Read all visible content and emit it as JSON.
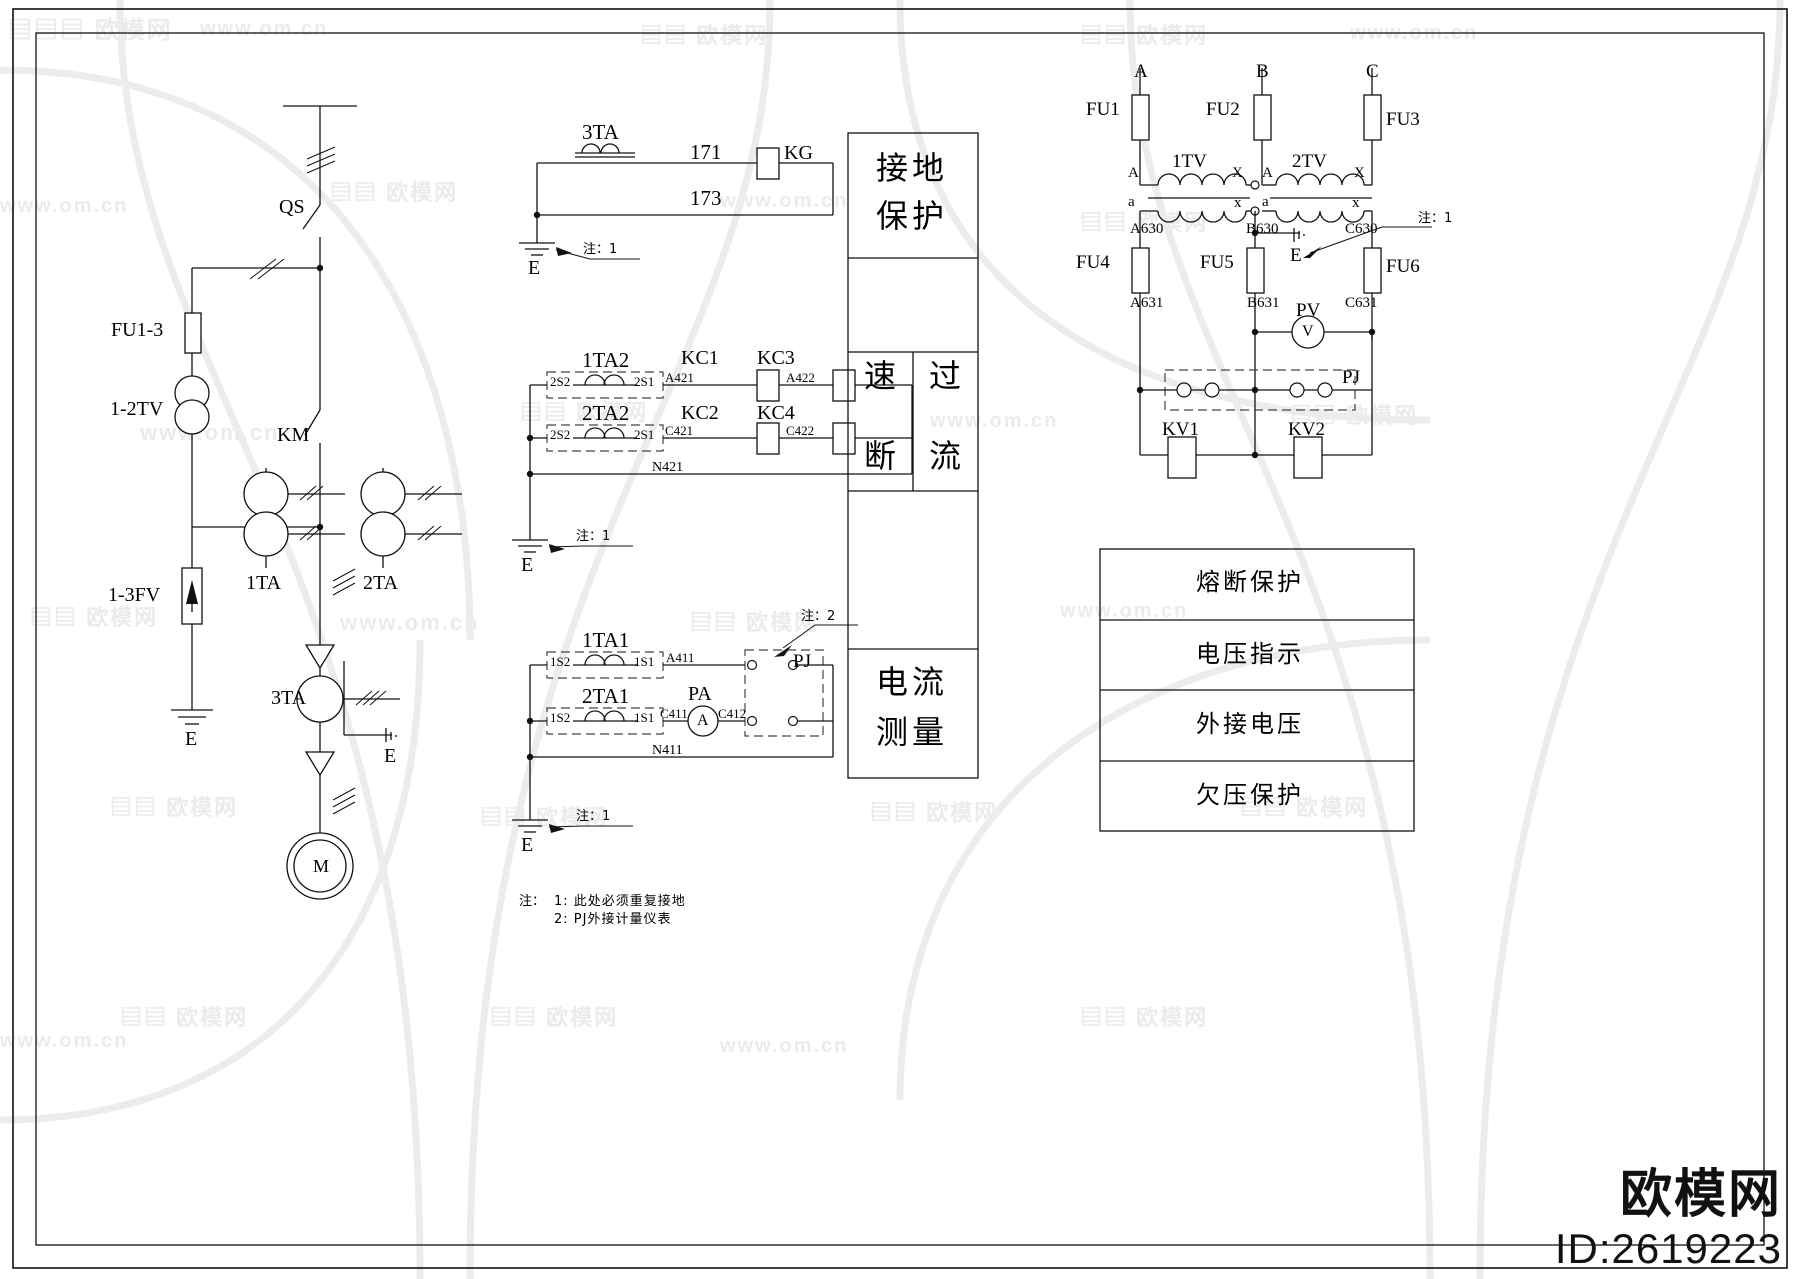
{
  "sheet": {
    "border": "outer drawing frame",
    "watermark_text": "www.om.cn",
    "watermark_brand": "欧模网"
  },
  "footer": {
    "brand": "欧模网",
    "id": "ID:2619223"
  },
  "main_circuit": {
    "title": "high voltage motor feeder one-line",
    "labels": {
      "qs": "QS",
      "fu1_3": "FU1-3",
      "tv": "1-2TV",
      "km": "KM",
      "fv": "1-3FV",
      "ta1": "1TA",
      "ta2": "2TA",
      "ta3": "3TA",
      "earth_left": "E",
      "earth_right": "E",
      "motor": "M"
    }
  },
  "earthing_circuit": {
    "ct": "3TA",
    "wire_171": "171",
    "wire_173": "173",
    "relay": "KG",
    "earth": "E",
    "note_ref": "注：1"
  },
  "overcurrent_circuit": {
    "ct_upper": "1TA2",
    "ct_lower": "2TA2",
    "term_s2": "2S2",
    "term_s1": "2S1",
    "wire_a421": "A421",
    "wire_a422": "A422",
    "wire_c421": "C421",
    "wire_c422": "C422",
    "wire_n421": "N421",
    "relay_kc1": "KC1",
    "relay_kc2": "KC2",
    "relay_kc3": "KC3",
    "relay_kc4": "KC4",
    "earth": "E",
    "note_ref": "注：1"
  },
  "measuring_circuit": {
    "ct_upper": "1TA1",
    "ct_lower": "2TA1",
    "term_s2": "1S2",
    "term_s1": "1S1",
    "wire_a411": "A411",
    "wire_c411": "C411",
    "wire_c412": "C412",
    "wire_n411": "N411",
    "ammeter": "PA",
    "ammeter_glyph": "A",
    "meter_box": "PJ",
    "earth": "E",
    "note_ref": "注：1",
    "note_ref2": "注：2"
  },
  "function_table": {
    "rows": [
      {
        "line1": "接地",
        "line2": "保护"
      },
      {
        "line1": "",
        "line2": ""
      },
      {
        "left": "速断",
        "right": "过流"
      },
      {
        "line1": "",
        "line2": ""
      },
      {
        "line1": "电流",
        "line2": "测量"
      }
    ],
    "split_row": {
      "left_ch1": "速",
      "left_ch2": "断",
      "right_ch1": "过",
      "right_ch2": "流"
    }
  },
  "vt_circuit": {
    "phase_a": "A",
    "phase_b": "B",
    "phase_c": "C",
    "fu1": "FU1",
    "fu2": "FU2",
    "fu3": "FU3",
    "fu4": "FU4",
    "fu5": "FU5",
    "fu6": "FU6",
    "tv1": "1TV",
    "tv2": "2TV",
    "prim_a1": "A",
    "prim_x1": "X",
    "prim_a2": "A",
    "prim_x2": "X",
    "sec_a1": "a",
    "sec_x1": "x",
    "sec_a2": "a",
    "sec_x2": "x",
    "wire_a630": "A630",
    "wire_b630": "B630",
    "wire_c630": "C630",
    "wire_a631": "A631",
    "wire_b631": "B631",
    "wire_c631": "C631",
    "earth": "E",
    "voltmeter": "PV",
    "voltmeter_glyph": "V",
    "meter_pj": "PJ",
    "relay_kv1": "KV1",
    "relay_kv2": "KV2",
    "note_ref": "注：1"
  },
  "vt_function_table": {
    "rows": [
      "熔断保护",
      "电压指示",
      "外接电压",
      "欠压保护"
    ]
  },
  "notes": {
    "head": "注：",
    "items": [
      "1: 此处必须重复接地",
      "2: PJ外接计量仪表"
    ],
    "item1_num": "1:",
    "item1_text": "此处必须重复接地",
    "item2_num": "2:",
    "item2_text": "PJ外接计量仪表"
  }
}
